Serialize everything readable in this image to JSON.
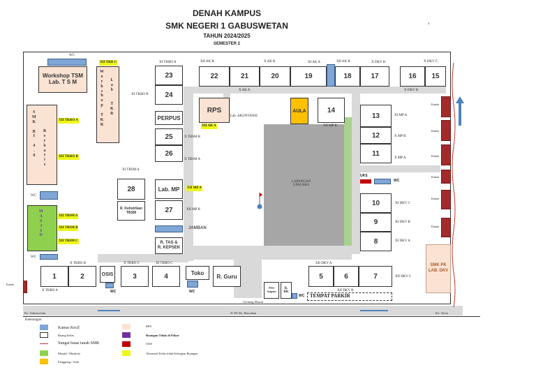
{
  "header": {
    "title1": "DENAH KAMPUS",
    "title2": "SMK NEGERI 1 GABUSWETAN",
    "year": "TAHUN 2024/2025",
    "semester": "SEMESTER 2",
    "mark": "x"
  },
  "rooms": {
    "r23": "23",
    "r24": "24",
    "r22": "22",
    "r21": "21",
    "r20": "20",
    "r19": "19",
    "r18": "18",
    "r17": "17",
    "r16": "16",
    "r15": "15",
    "r14": "14",
    "r13": "13",
    "r12": "12",
    "r11": "11",
    "r10": "10",
    "r9": "9",
    "r8": "8",
    "r25": "25",
    "r26": "26",
    "r27": "27",
    "r28": "28",
    "r1": "1",
    "r2": "2",
    "r3": "3",
    "r4": "4",
    "r5": "5",
    "r6": "6",
    "r7": "7",
    "workshop": "Workshop TSM\nLab. T S M",
    "perpus": "PERPUS",
    "rps": "RPS",
    "aula": "AULA",
    "labmp": "Lab. MP",
    "kalistrikan": "R. Kelistrikan TBSM",
    "tas": "R. TAS &\nR. KEPSEK",
    "jamban": "JAMBAN",
    "osis": "OSIS",
    "toko": "Toko",
    "rguru": "R. Guru",
    "pos": "POS Satpam",
    "rbk": "R. BK",
    "smkpk": "SMK PK\nLAB. DKV",
    "lapangan": "LAPANGAN\nUPACARA",
    "uks": "UKS"
  },
  "vertical": {
    "workshop_tkr": "W\no\nr\nk\ns\nh\no\np\n \nT\nK\nR",
    "lab_tkr": "L\na\nb\n \n \nT\nK\nR",
    "smk_ri": "S\nM\nK\n \nR\nI\n \n4\n.\n0",
    "berbasis": "B\ne\nr\nb\na\ns\ni\ns",
    "masjid": "M\nA\nS\nJ\nI\nD"
  },
  "labels": {
    "wc": "WC",
    "xii_tkr_c": "XII TKR C",
    "xi_tkro_a": "XI TKRO A",
    "xi_tkro_b": "XI TKRO B",
    "xii_ak_b": "XII AK B",
    "x_ak_b": "X AK B",
    "xi_ak_a": "XI AK A",
    "xii_ak_b2": "XII AK B",
    "x_dkv_b": "X DKV B",
    "x_dkv_c": "X DKV C",
    "x_ak_a": "X AK A",
    "x_dkv_b2": "X DKV B",
    "lab_akuntansi": "Lab. AKUNTANSI",
    "xii_ak_a": "XII AK A",
    "xii_mp_b": "XII MP B",
    "xi_mp_a": "XI MP A",
    "x_mp_b": "X MP B",
    "x_mp_a": "X MP A",
    "xii_tkro_a": "XII TKRO A",
    "xii_tkro_b": "XII TKRO B",
    "x_tbsm_b": "X TBSM B",
    "x_tbsm_a": "X TBSM A",
    "xi_tbsm_a": "XI TBSM A",
    "xii_mp_a": "XII MP A",
    "xii_mp_b2": "XII MP B",
    "xii_tbsm_a": "XII TBSM A",
    "xii_tbsm_b": "XII TBSM B",
    "xii_tbsm_c": "XII TBSM C",
    "xi_dkv_c": "XI DKV C",
    "xi_dkv_b": "XI DKV B",
    "xi_dkv_a": "XI DKV A",
    "x_tkro_b": "X TKRO B",
    "x_tkro_c": "X TKRO C",
    "xi_tkro_c": "XI TKRO C",
    "x_tkro_a": "X TKRO A",
    "xii_dkv_a": "XII DKV A",
    "xii_dkv_b": "XII DKV B",
    "xii_dkv_c": "XII DKV C",
    "kantin": "Kantin",
    "tempat_parkir": "TEMPAT PARKIR",
    "gerbang": "Gerbang Masuk",
    "ke_gabuswetan": "Ke- Gabuswetan",
    "jl_pu": "Jl. PU Ds. Rancahan",
    "ke_terisi": "Ke- Terisi"
  },
  "legend": {
    "title": "Keterangan:",
    "items": [
      {
        "label": "Kamar Kecil",
        "color": "#7ea6d6"
      },
      {
        "label": "Ruang Kelas",
        "color": "#ffffff"
      },
      {
        "label": "Sungai batas tanah SMK",
        "color": "#c0392b"
      },
      {
        "label": "Masjid / Mushola",
        "color": "#8fd14f"
      },
      {
        "label": "Panggung / Aula",
        "color": "#ffc000"
      },
      {
        "label": "RPS",
        "color": "#fbe3d3"
      },
      {
        "label": "Ruangan Tidak di Pakai",
        "color": "#7030a0"
      },
      {
        "label": "UKS",
        "color": "#c00000"
      },
      {
        "label": "Alternatif Kelas tidak Kebagian Ruangan",
        "color": "#eef71a"
      }
    ]
  },
  "colors": {
    "lapangan": "#a6a6a6",
    "grass": "#a9d18e",
    "aula": "#ffc000",
    "masjid": "#8fd14f",
    "kantin": "#a42b2b",
    "arrow": "#4f81bd"
  }
}
